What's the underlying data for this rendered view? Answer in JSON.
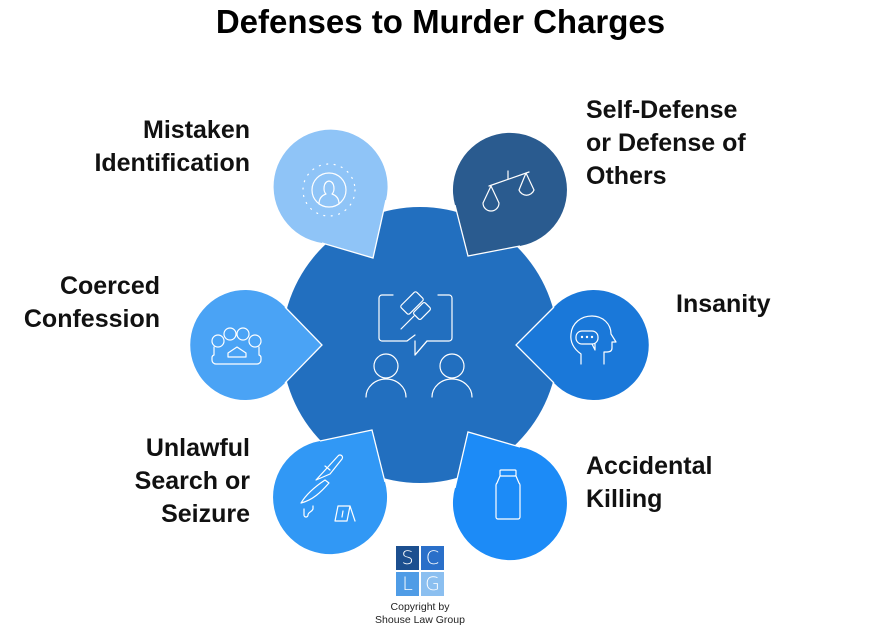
{
  "title": "Defenses to Murder Charges",
  "center": {
    "icon": "gavel-speech-bubble-two-people-icon",
    "color": "#226fbf"
  },
  "defenses": [
    {
      "id": "mistaken-identification",
      "lines": [
        "Mistaken",
        "Identification"
      ],
      "icon": "person-portrait-icon",
      "color": "#8fc4f7"
    },
    {
      "id": "self-defense",
      "lines": [
        "Self-Defense",
        "or Defense of",
        "Others"
      ],
      "icon": "scales-icon",
      "color": "#2a5b8f"
    },
    {
      "id": "coerced-confession",
      "lines": [
        "Coerced",
        "Confession"
      ],
      "icon": "brass-knuckles-icon",
      "color": "#4aa3f5"
    },
    {
      "id": "insanity",
      "lines": [
        "Insanity"
      ],
      "icon": "head-speech-bubble-icon",
      "color": "#1a78d9"
    },
    {
      "id": "unlawful-search",
      "lines": [
        "Unlawful",
        "Search or",
        "Seizure"
      ],
      "icon": "knife-evidence-marker-icon",
      "color": "#3198f5"
    },
    {
      "id": "accidental-killing",
      "lines": [
        "Accidental",
        "Killing"
      ],
      "icon": "bottle-icon",
      "color": "#1c8bf7"
    }
  ],
  "logo": {
    "letters": [
      "S",
      "C",
      "L",
      "G"
    ],
    "colors": [
      "#1c4f8f",
      "#2a6fc9",
      "#4f9ce6",
      "#8bbff0"
    ]
  },
  "copyright": [
    "Copyright by",
    "Shouse Law Group"
  ]
}
